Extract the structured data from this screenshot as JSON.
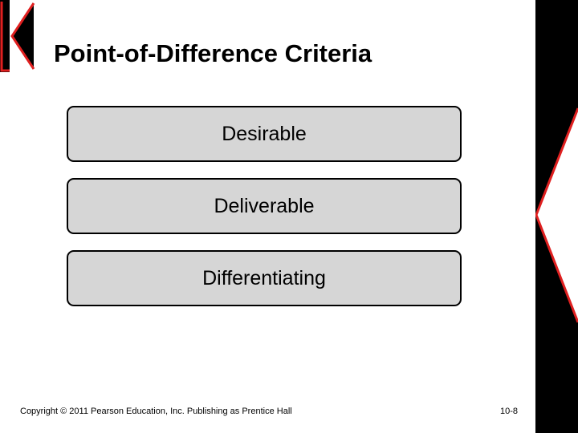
{
  "title": "Point-of-Difference Criteria",
  "criteria": [
    {
      "label": "Desirable"
    },
    {
      "label": "Deliverable"
    },
    {
      "label": "Differentiating"
    }
  ],
  "footer": {
    "copyright": "Copyright © 2011 Pearson Education, Inc.  Publishing as Prentice Hall",
    "page_number": "10-8"
  },
  "colors": {
    "accent_red": "#e02020",
    "box_fill": "#d6d6d6",
    "band": "#000000"
  },
  "icons": {
    "logo": "k-logo-icon"
  }
}
